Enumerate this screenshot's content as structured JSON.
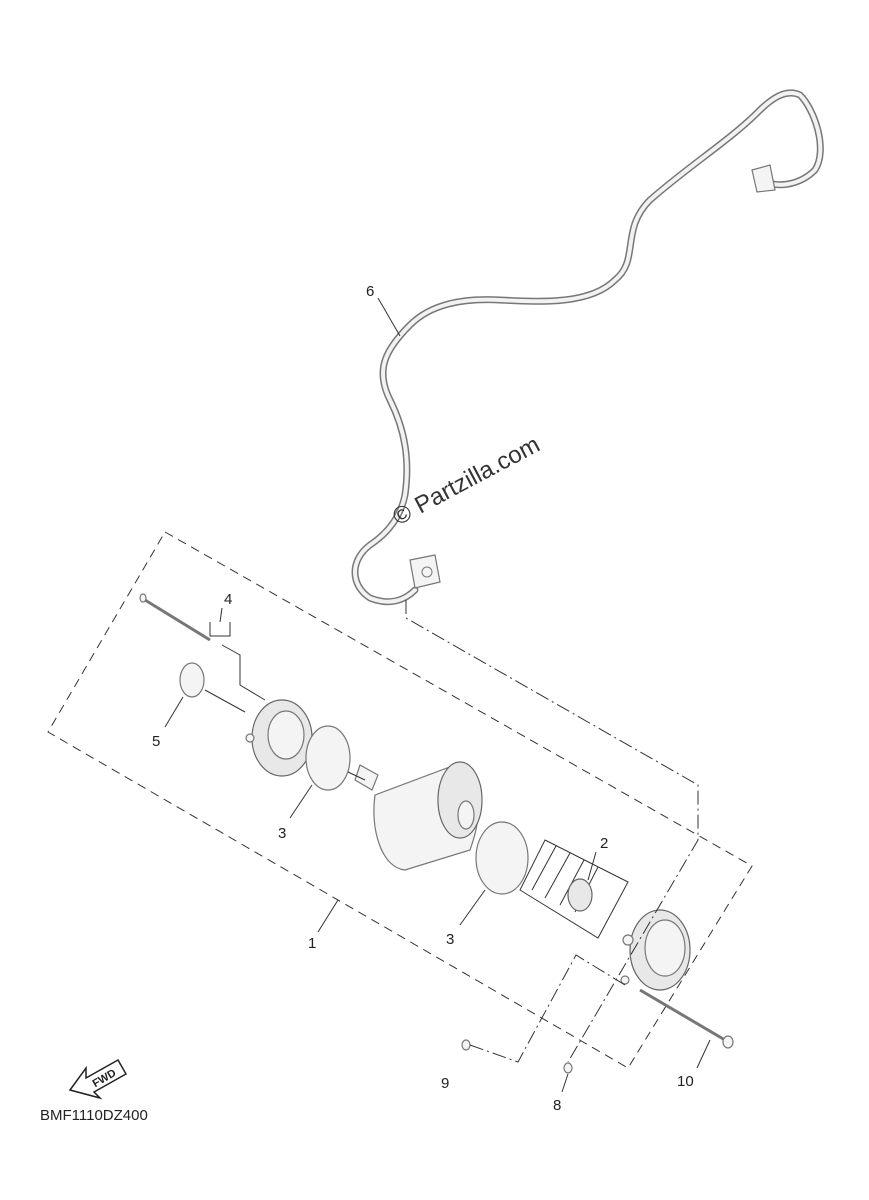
{
  "diagram": {
    "code": "BMF1110DZ400",
    "watermark": "Partzilla.com",
    "watermark_symbol": "©",
    "fwd_label": "FWD",
    "callouts": [
      "1",
      "2",
      "3",
      "3",
      "4",
      "5",
      "6",
      "8",
      "9",
      "10"
    ]
  }
}
